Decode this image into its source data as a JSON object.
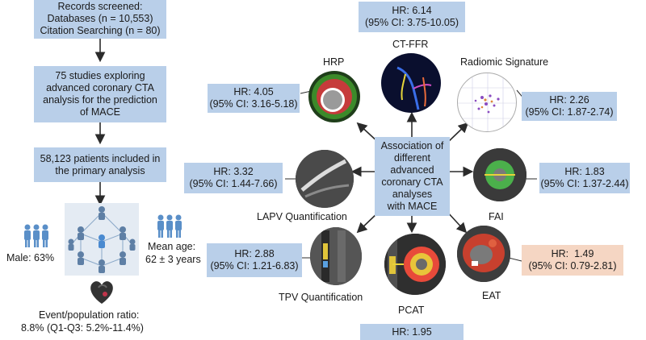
{
  "flow": {
    "records_title": "Records screened:",
    "records_db": "Databases (n = 10,553)",
    "records_cit": "Citation Searching (n = 80)",
    "studies": [
      "75 studies exploring",
      "advanced coronary CTA",
      "analysis for the prediction",
      "of MACE"
    ],
    "patients": [
      "58,123 patients included in",
      "the primary analysis"
    ]
  },
  "demographics": {
    "male": "Male: 63%",
    "age_title": "Mean age:",
    "age_value": "62 ± 3 years",
    "event_title": "Event/population ratio:",
    "event_value": "8.8% (Q1-Q3: 5.2%-11.4%)"
  },
  "center": [
    "Association of",
    "different",
    "advanced",
    "coronary CTA",
    "analyses",
    "with MACE"
  ],
  "methods": {
    "ctffr": {
      "label": "CT-FFR",
      "hr": "HR: 6.14",
      "ci": "(95% CI: 3.75-10.05)"
    },
    "hrp": {
      "label": "HRP",
      "hr": "HR: 4.05",
      "ci": "(95% CI: 3.16-5.18)"
    },
    "radiomic": {
      "label": "Radiomic Signature",
      "hr": "HR: 2.26",
      "ci": "(95% CI: 1.87-2.74)"
    },
    "lapv": {
      "label": "LAPV Quantification",
      "hr": "HR: 3.32",
      "ci": "(95% CI: 1.44-7.66)"
    },
    "fai": {
      "label": "FAI",
      "hr": "HR: 1.83",
      "ci": "(95% CI: 1.37-2.44)"
    },
    "tpv": {
      "label": "TPV Quantification",
      "hr": "HR: 2.88",
      "ci": "(95% CI: 1.21-6.83)"
    },
    "eat": {
      "label": "EAT",
      "hr": "HR:  1.49",
      "ci": "(95% CI: 0.79-2.81)"
    },
    "pcat": {
      "label": "PCAT",
      "hr": "HR: 1.95"
    }
  },
  "colors": {
    "box_blue": "#b9cfe9",
    "box_peach": "#f5d6c3",
    "arrow": "#2b2b2b"
  },
  "icons": [
    "male-female-people-icon",
    "patient-network-icon",
    "heart-icon"
  ]
}
